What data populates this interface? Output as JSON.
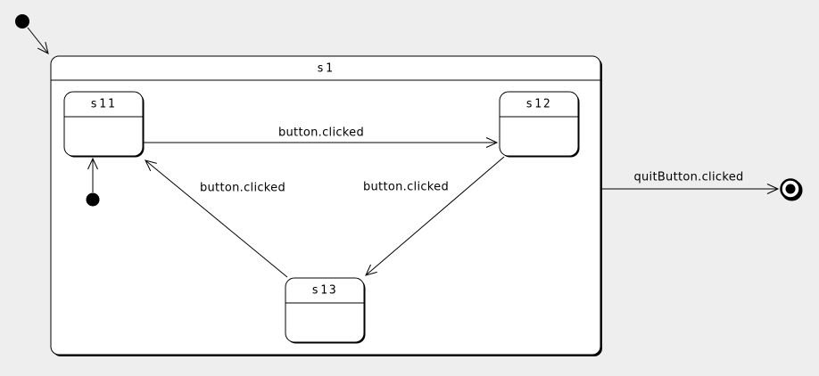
{
  "diagram": {
    "type": "uml-statechart",
    "colors": {
      "background": "#eeeeee",
      "state_fill": "#ffffff",
      "line": "#000000",
      "shadow": "#000000"
    },
    "composite_state": {
      "name": "s1"
    },
    "states": [
      {
        "name": "s11"
      },
      {
        "name": "s12"
      },
      {
        "name": "s13"
      }
    ],
    "transitions": [
      {
        "from": "initial",
        "to": "s1",
        "label": ""
      },
      {
        "from": "s11",
        "to": "s12",
        "label": "button.clicked"
      },
      {
        "from": "s13",
        "to": "s11",
        "label": "button.clicked"
      },
      {
        "from": "s12",
        "to": "s13",
        "label": "button.clicked"
      },
      {
        "from": "s1",
        "to": "final",
        "label": "quitButton.clicked"
      },
      {
        "from": "initial-inner",
        "to": "s11",
        "label": ""
      }
    ]
  }
}
